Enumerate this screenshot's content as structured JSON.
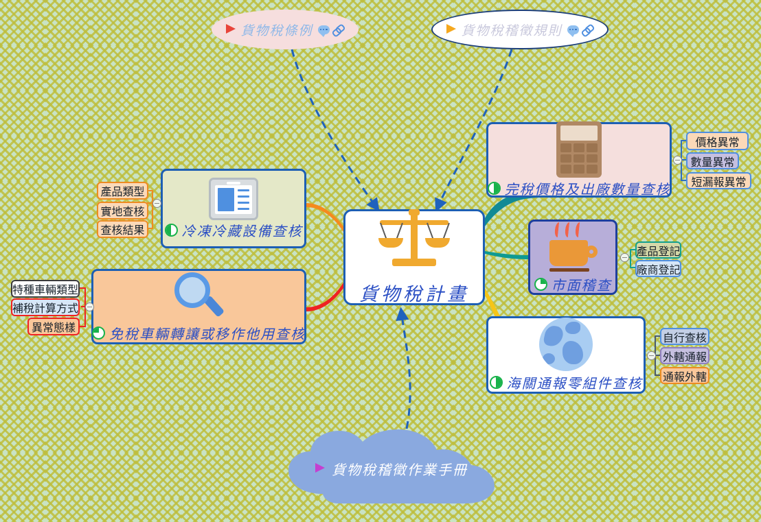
{
  "canvas": {
    "background_color": "#c9e3c4",
    "lattice_color": "#bebe3c"
  },
  "central": {
    "title": "貨物稅計畫",
    "icon": "balance-scales-icon",
    "fill": "#ffffff",
    "border": "#1d5fb4"
  },
  "branches": [
    {
      "id": "refrigeration",
      "title": "冷凍冷藏設備查核",
      "icon": "display-monitor-icon",
      "fill": "#e4e8c8",
      "border": "#1d5fb4",
      "edge_color": "#f58a1e",
      "progress": "q3",
      "children": [
        {
          "label": "產品類型",
          "fill": "#fbd9b8",
          "border": "#ed8b22"
        },
        {
          "label": "實地查核",
          "fill": "#fbd9b8",
          "border": "#ed8b22"
        },
        {
          "label": "查核結果",
          "fill": "#fbd9b8",
          "border": "#ed8b22"
        }
      ]
    },
    {
      "id": "tax-free-vehicle",
      "title": "免稅車輛轉讓或移作他用查核",
      "icon": "magnifier-icon",
      "fill": "#f9c79a",
      "border": "#1d5fb4",
      "edge_color": "#ef2222",
      "progress": "q2",
      "children": [
        {
          "label": "特種車輛類型",
          "fill": "#ffffff",
          "border": "#3b3b3b"
        },
        {
          "label": "補稅計算方式",
          "fill": "#d6e6f7",
          "border": "#ef2222"
        },
        {
          "label": "異常態樣",
          "fill": "#f9c79a",
          "border": "#ef2222"
        }
      ]
    },
    {
      "id": "duty-paid-price",
      "title": "完稅價格及出廠數量查核",
      "icon": "calculator-icon",
      "fill": "#f5dfdd",
      "border": "#1d5fb4",
      "edge_color": "#118a95",
      "progress": "half",
      "children": [
        {
          "label": "價格異常",
          "fill": "#fbd9b8",
          "border": "#4f8fe0"
        },
        {
          "label": "數量異常",
          "fill": "#c6c0e0",
          "border": "#4f8fe0"
        },
        {
          "label": "短漏報異常",
          "fill": "#fbd9b8",
          "border": "#4f8fe0"
        }
      ]
    },
    {
      "id": "market-inspection",
      "title": "市面稽查",
      "icon": "coffee-cup-icon",
      "fill": "#b7aed9",
      "border": "#1d3f9e",
      "edge_color": "#0e9a92",
      "progress": "q1",
      "children": [
        {
          "label": "產品登記",
          "fill": "#d5d8a8",
          "border": "#14a08e"
        },
        {
          "label": "廠商登記",
          "fill": "#d6e6f7",
          "border": "#4f8fe0"
        }
      ]
    },
    {
      "id": "customs-parts",
      "title": "海關通報零組件查核",
      "icon": "globe-icon",
      "fill": "#ffffff",
      "border": "#1d5fb4",
      "edge_color": "#f5c518",
      "progress": "half",
      "children": [
        {
          "label": "自行查核",
          "fill": "#c3cfe6",
          "border": "#4f8fe0"
        },
        {
          "label": "外轄通報",
          "fill": "#c6c0e0",
          "border": "#8f7fc0"
        },
        {
          "label": "通報外轄",
          "fill": "#f9c79a",
          "border": "#ed8b22"
        }
      ]
    }
  ],
  "callouts": [
    {
      "id": "excise-tax-act",
      "text": "貨物稅條例",
      "shape": "ellipse",
      "fill": "#f6dede",
      "border": "none",
      "text_color": "#8fb8e8",
      "flag_color": "#e8443a",
      "icons": [
        "comment-bubble-icon",
        "hyperlink-icon"
      ]
    },
    {
      "id": "excise-tax-collection-rules",
      "text": "貨物稅稽徵規則",
      "shape": "ellipse",
      "fill": "#ffffff",
      "border": "#1d3f7a",
      "text_color": "#c8c8dc",
      "flag_color": "#f5a81e",
      "icons": [
        "comment-bubble-icon",
        "hyperlink-icon"
      ]
    },
    {
      "id": "operations-manual",
      "text": "貨物稅稽徵作業手冊",
      "shape": "cloud",
      "fill": "#8aa9df",
      "border": "none",
      "text_color": "#ffffff",
      "flag_color": "#c43fd0",
      "icons": []
    }
  ]
}
